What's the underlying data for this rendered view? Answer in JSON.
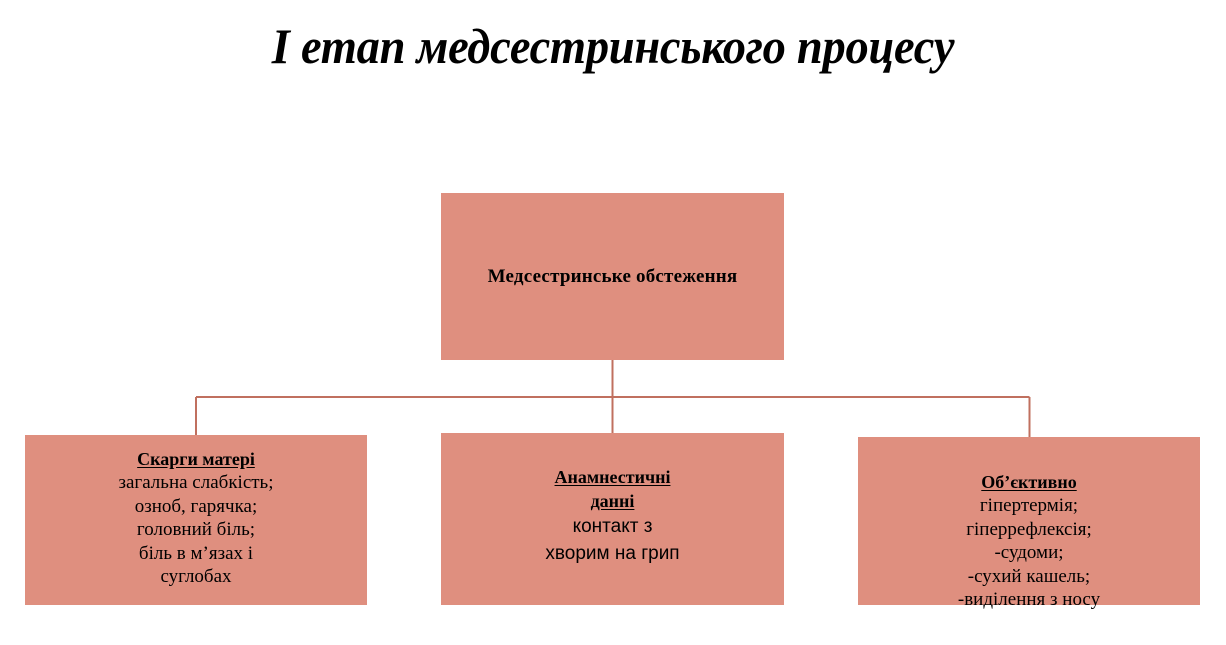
{
  "slide": {
    "title": "І етап медсестринського процесу",
    "background_color": "#ffffff",
    "node_fill_color": "#df8f7f",
    "connector_color": "#c0705f",
    "text_color": "#000000"
  },
  "diagram": {
    "root": {
      "label": "Медсестринське обстеження"
    },
    "children": [
      {
        "heading": "Скарги матері",
        "body": "загальна слабкість;\nозноб, гарячка;\nголовний біль;\nбіль в м’язах і\nсуглобах"
      },
      {
        "heading": "Анамнестичні данні",
        "body": "контакт з\nхворим на грип"
      },
      {
        "heading": "Об’єктивно",
        "body": "гіпертермія;\nгіперрефлексія;\n-судоми;\n-сухий кашель;\n-виділення з носу"
      }
    ]
  }
}
